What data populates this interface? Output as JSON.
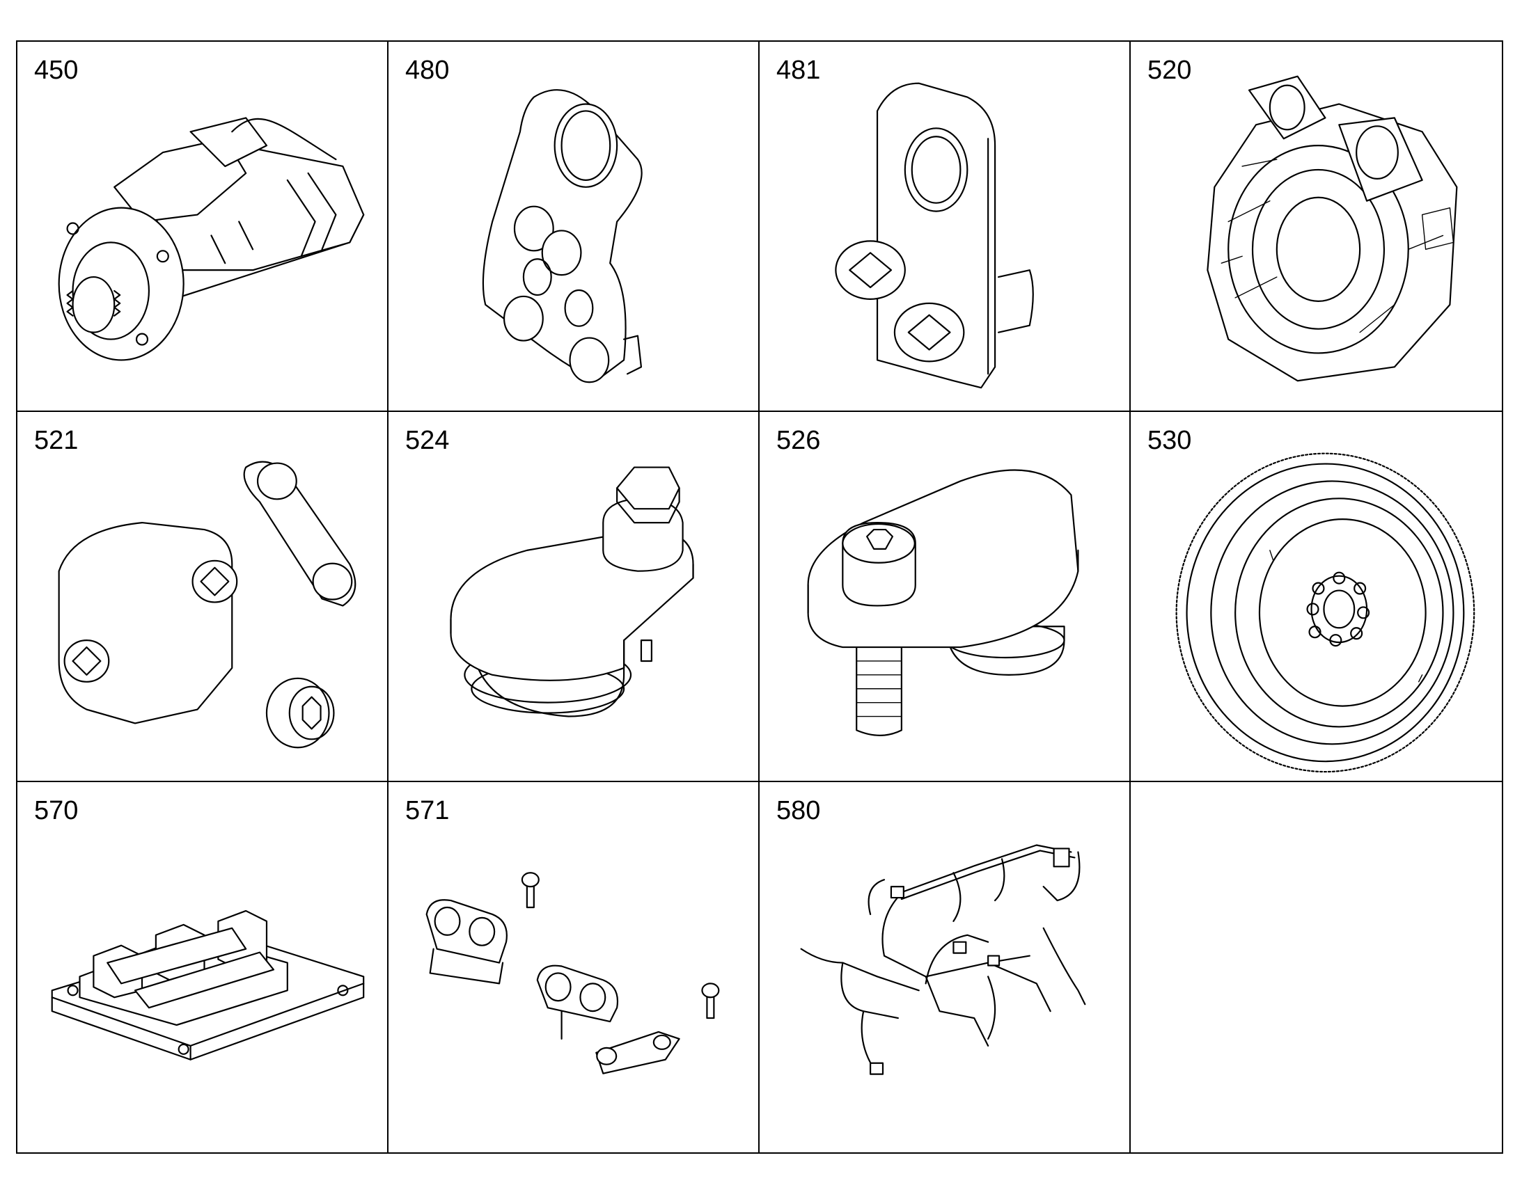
{
  "parts": [
    {
      "id": "450",
      "icon": "starter-motor-icon"
    },
    {
      "id": "480",
      "icon": "lifting-bracket-icon"
    },
    {
      "id": "481",
      "icon": "lifting-bracket-icon"
    },
    {
      "id": "520",
      "icon": "flywheel-housing-icon"
    },
    {
      "id": "521",
      "icon": "cover-plate-kit-icon"
    },
    {
      "id": "524",
      "icon": "cover-with-bolt-icon"
    },
    {
      "id": "526",
      "icon": "cover-with-socket-screw-icon"
    },
    {
      "id": "530",
      "icon": "flywheel-icon"
    },
    {
      "id": "570",
      "icon": "engine-control-unit-icon"
    },
    {
      "id": "571",
      "icon": "mounting-clamps-icon"
    },
    {
      "id": "580",
      "icon": "wiring-harness-icon"
    },
    {
      "id": "",
      "icon": ""
    }
  ]
}
